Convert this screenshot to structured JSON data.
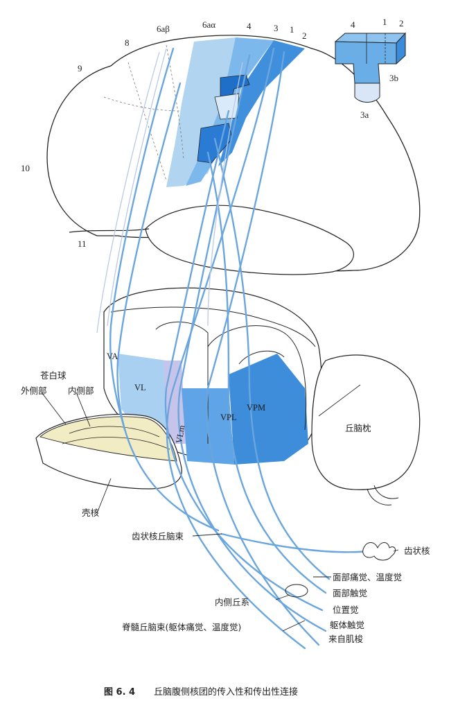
{
  "cortex_areas": {
    "a9": "9",
    "a8": "8",
    "a6ab": "6aβ",
    "a6aa": "6aα",
    "a4": "4",
    "a3": "3",
    "a1": "1",
    "a2": "2",
    "a10": "10",
    "a11": "11"
  },
  "inset": {
    "n4": "4",
    "n1": "1",
    "n2": "2",
    "n3b": "3b",
    "n3a": "3a"
  },
  "nuclei": {
    "va": "VA",
    "vl": "VL",
    "vim": "VLm",
    "vpl": "VPL",
    "vpm": "VPM",
    "pulvinar": "丘脑枕"
  },
  "globus": {
    "title": "苍白球",
    "lateral": "外侧部",
    "medial": "内侧部",
    "putamen": "壳核"
  },
  "tracts": {
    "dentatothalamic": "齿状核丘脑束",
    "dentate": "齿状核",
    "face_pain": "面部痛觉、温度觉",
    "face_touch": "面部触觉",
    "position": "位置觉",
    "lemniscus": "内侧丘系",
    "spinothalamic": "脊髓丘脑束(躯体痛觉、温度觉)",
    "body_touch": "躯体触觉",
    "muscle": "来自肌梭"
  },
  "caption": {
    "fig": "图 6. 4",
    "text": "丘脑腹侧核团的传入性和传出性连接"
  },
  "colors": {
    "blue_light": "#a9d0f0",
    "blue_mid": "#6aaee8",
    "blue_dark": "#2f7fd6",
    "yellow": "#f2ecc4",
    "line": "#222222"
  }
}
